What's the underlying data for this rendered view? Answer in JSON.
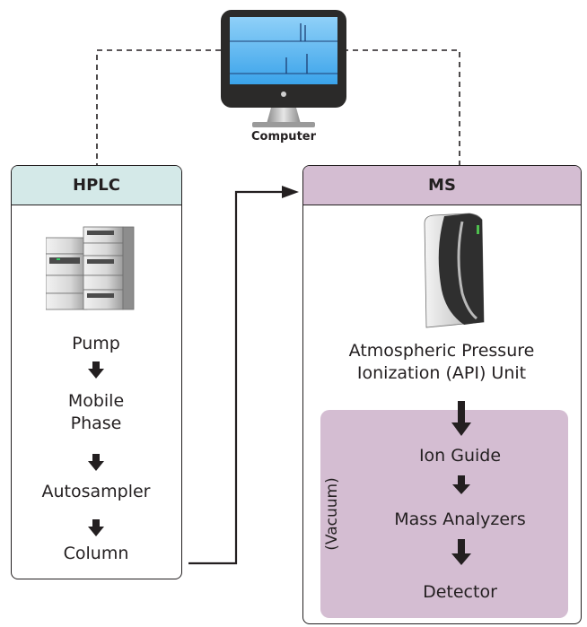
{
  "colors": {
    "hplc_header": "#d4e9e8",
    "ms_header": "#d4bdd2",
    "vacuum_fill": "#d4bdd2",
    "line": "#231f20",
    "screen": "#5ab4f0",
    "bezel": "#2b2a29"
  },
  "computer": {
    "label": "Computer",
    "icon": "monitor-icon"
  },
  "hplc": {
    "title": "HPLC",
    "icon": "hplc-instrument-icon",
    "steps": [
      "Pump",
      "Mobile\nPhase",
      "Autosampler",
      "Column"
    ]
  },
  "ms": {
    "title": "MS",
    "icon": "mass-spectrometer-icon",
    "api_unit": "Atmospheric Pressure\nIonization (API) Unit",
    "vacuum_label": "(Vacuum)",
    "steps": [
      "Ion Guide",
      "Mass Analyzers",
      "Detector"
    ]
  }
}
